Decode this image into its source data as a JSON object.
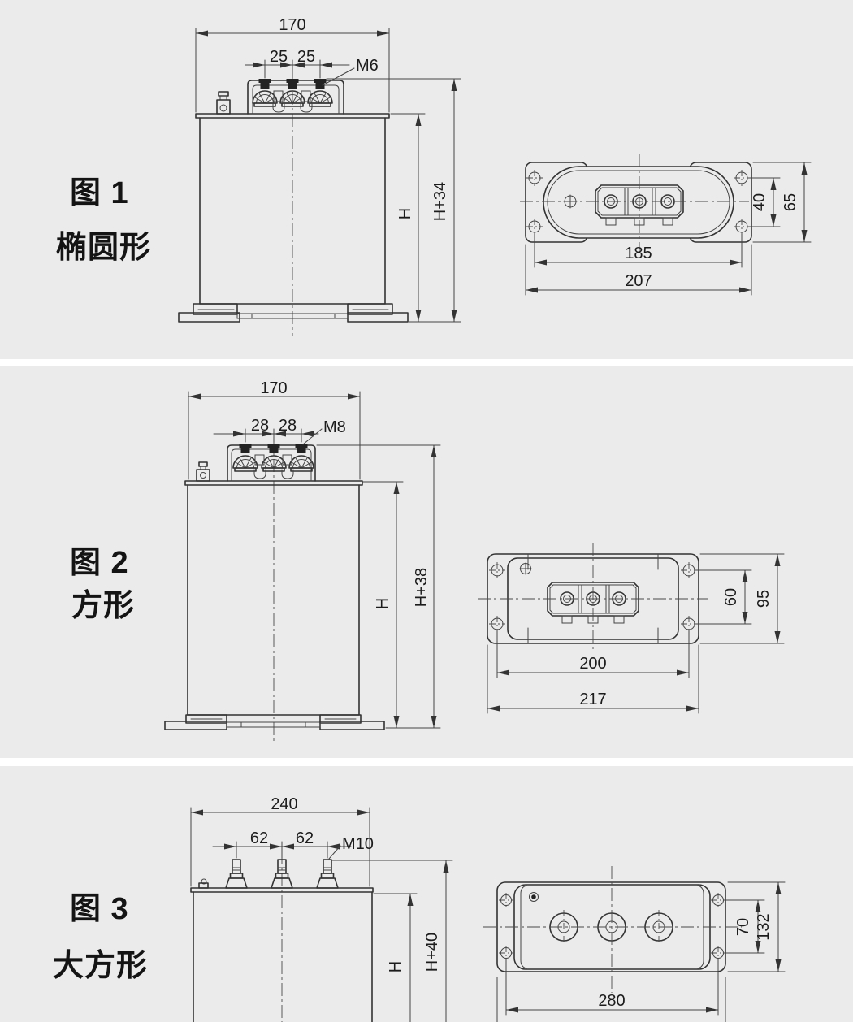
{
  "page": {
    "panel_background": "#ebebec",
    "gap_background": "#ffffff",
    "line_color": "#333333",
    "text_color": "#1c1c1c"
  },
  "figures": [
    {
      "title": "图 1",
      "subtitle": "椭圆形",
      "front": {
        "width": "170",
        "pitch_left": "25",
        "pitch_right": "25",
        "thread": "M6",
        "height": "H",
        "height_total": "H+34"
      },
      "top": {
        "hole_span": "185",
        "overall_width": "207",
        "hole_pitch": "40",
        "overall_height": "65"
      }
    },
    {
      "title": "图 2",
      "subtitle": "方形",
      "front": {
        "width": "170",
        "pitch_left": "28",
        "pitch_right": "28",
        "thread": "M8",
        "height": "H",
        "height_total": "H+38"
      },
      "top": {
        "hole_span": "200",
        "overall_width": "217",
        "hole_pitch": "60",
        "overall_height": "95"
      }
    },
    {
      "title": "图 3",
      "subtitle": "大方形",
      "front": {
        "width": "240",
        "pitch_left": "62",
        "pitch_right": "62",
        "thread": "M10",
        "height": "H",
        "height_total": "H+40"
      },
      "top": {
        "hole_span": "280",
        "hole_pitch": "70",
        "overall_height": "132"
      }
    }
  ]
}
